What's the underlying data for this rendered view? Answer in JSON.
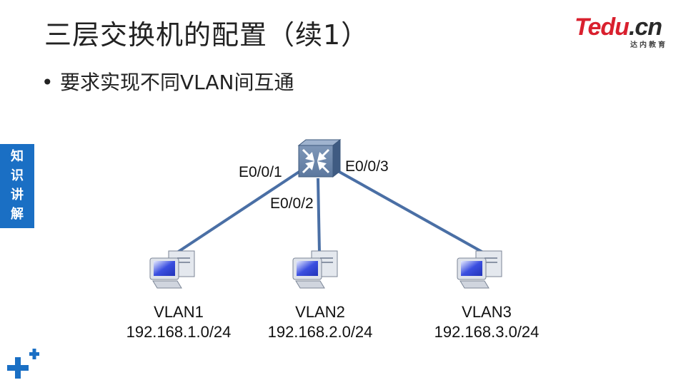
{
  "title": "三层交换机的配置（续1）",
  "logo": {
    "main": "Tedu",
    "suffix": ".cn",
    "sub": "达内教育"
  },
  "bullet": "要求实现不同VLAN间互通",
  "side_tab": [
    "知",
    "识",
    "讲",
    "解"
  ],
  "ports": {
    "p1": "E0/0/1",
    "p2": "E0/0/2",
    "p3": "E0/0/3"
  },
  "hosts": [
    {
      "vlan": "VLAN1",
      "subnet": "192.168.1.0/24"
    },
    {
      "vlan": "VLAN2",
      "subnet": "192.168.2.0/24"
    },
    {
      "vlan": "VLAN3",
      "subnet": "192.168.3.0/24"
    }
  ],
  "colors": {
    "link": "#4a6fa5",
    "side_tab": "#1a6fc4",
    "logo_red": "#d9202e",
    "plus_blue": "#1a6fc4"
  },
  "icons": {
    "switch": "layer3-switch-icon",
    "host": "pc-workstation-icon",
    "decor": "plus-decor-icon"
  }
}
